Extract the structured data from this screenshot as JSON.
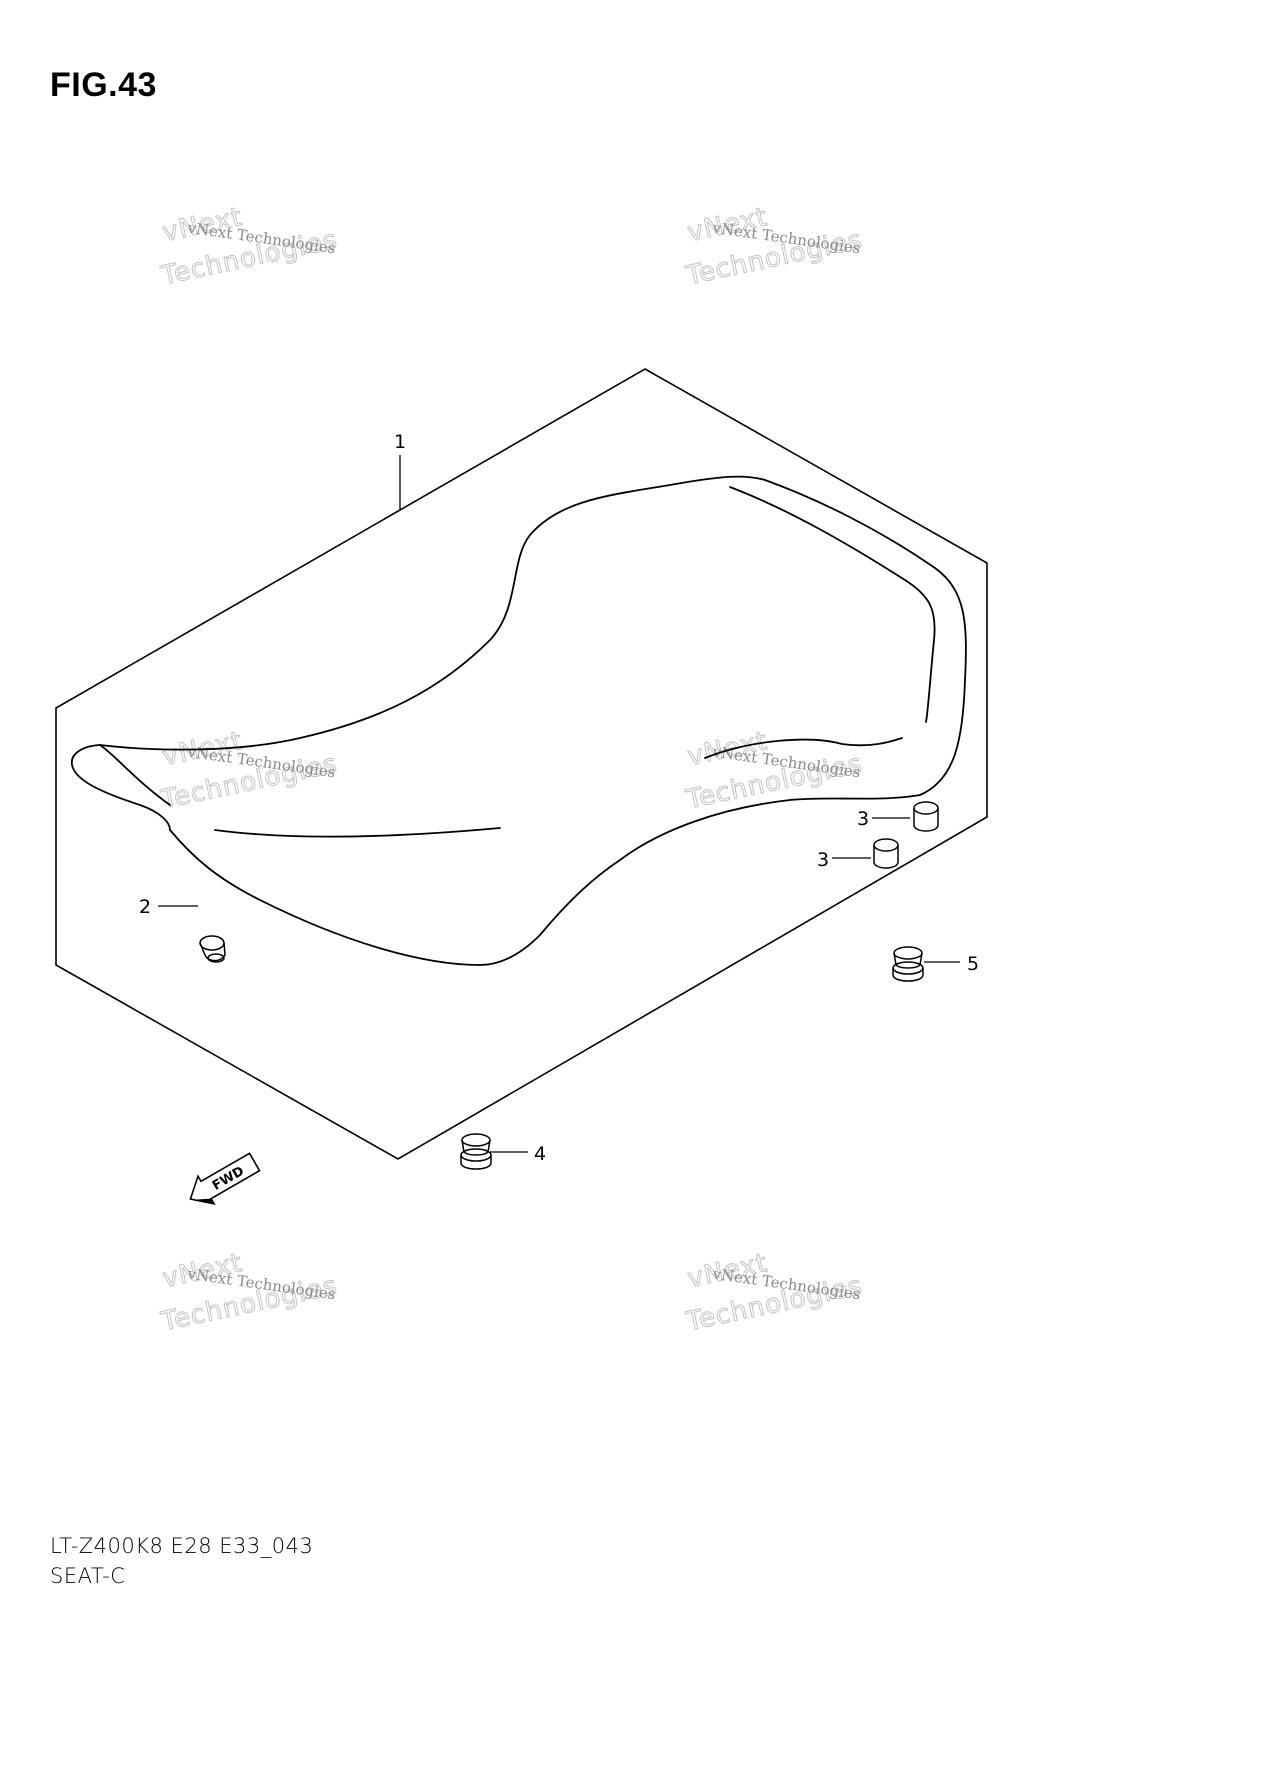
{
  "figure": {
    "title": "FIG.43"
  },
  "callouts": [
    {
      "id": "1",
      "label": "1"
    },
    {
      "id": "2",
      "label": "2"
    },
    {
      "id": "3a",
      "label": "3"
    },
    {
      "id": "3b",
      "label": "3"
    },
    {
      "id": "4",
      "label": "4"
    },
    {
      "id": "5",
      "label": "5"
    }
  ],
  "direction_marker": {
    "label": "FWD",
    "icon": "forward-arrow-icon"
  },
  "watermark": {
    "line1": "vNext Technologies",
    "line2": "vNext",
    "line3": "Technologies"
  },
  "footer": {
    "code": "LT-Z400K8 E28 E33_043",
    "name": "SEAT-C"
  }
}
